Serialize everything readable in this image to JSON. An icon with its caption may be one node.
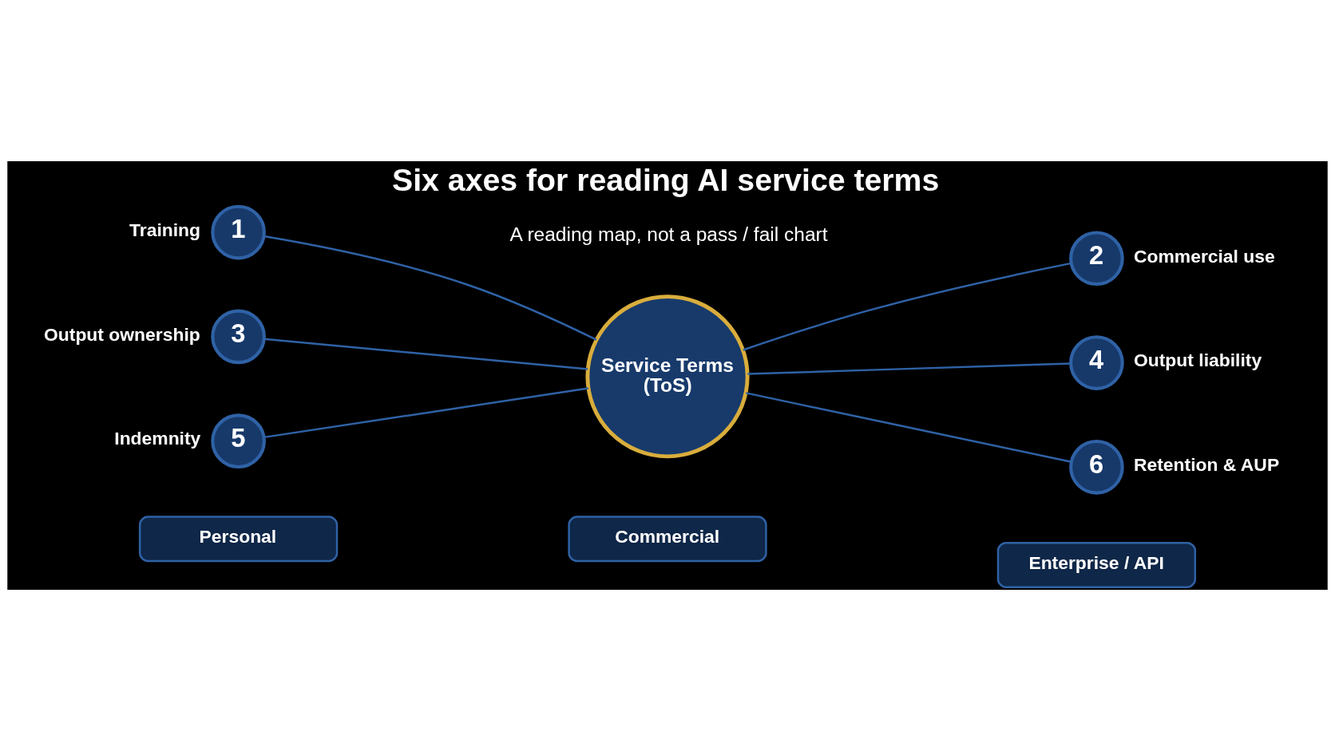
{
  "diagram": {
    "title": "Six axes for reading AI service terms",
    "nodes": [
      {
        "text": [
          "Service Terms (ToS)"
        ]
      },
      {
        "text": [
          "1"
        ],
        "beside": [
          "Training"
        ]
      },
      {
        "text": [
          "2"
        ],
        "beside": [
          "Commercial use"
        ]
      },
      {
        "text": [
          "3"
        ],
        "beside": [
          "Output ownership"
        ]
      },
      {
        "text": [
          "4"
        ],
        "beside": [
          "Output liability"
        ]
      },
      {
        "text": [
          "5"
        ],
        "beside": [
          "Indemnity"
        ]
      },
      {
        "text": [
          "6"
        ],
        "beside": [
          "Retention & AUP"
        ]
      },
      {
        "text": [
          "Personal"
        ]
      },
      {
        "text": [
          "Commercial"
        ]
      },
      {
        "text": [
          "Enterprise / API"
        ]
      }
    ],
    "edges": [
      {
        "from": 0,
        "to": 1,
        "arrow": "none"
      },
      {
        "from": 0,
        "to": 2,
        "arrow": "none"
      },
      {
        "from": 0,
        "to": 3,
        "arrow": "none"
      },
      {
        "from": 0,
        "to": 4,
        "arrow": "none"
      },
      {
        "from": 0,
        "to": 5,
        "arrow": "none"
      },
      {
        "from": 0,
        "to": 6,
        "arrow": "none"
      }
    ],
    "labels": [
      "A reading map, not a pass / fail chart"
    ]
  }
}
